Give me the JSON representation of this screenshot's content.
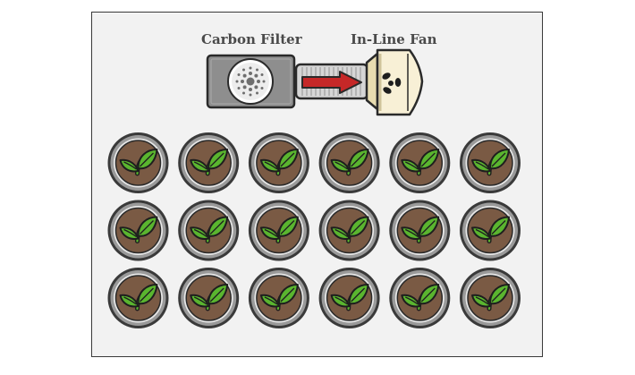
{
  "labels": {
    "carbon_filter": "Carbon Filter",
    "inline_fan": "In-Line Fan"
  },
  "icons": {
    "filter": "carbon-filter-icon",
    "duct": "duct-icon",
    "airflow": "airflow-arrow-icon",
    "fan": "inline-fan-icon",
    "plant": "plant-pot-icon"
  },
  "plants": {
    "rows": 3,
    "columns": 6
  },
  "colors": {
    "background": "#f2f2f2",
    "soil": "#7a5a44",
    "leaf": "#5ab52f",
    "arrow": "#c62828",
    "fan_body": "#f8f0d6",
    "filter_body": "#8e8e8e"
  }
}
